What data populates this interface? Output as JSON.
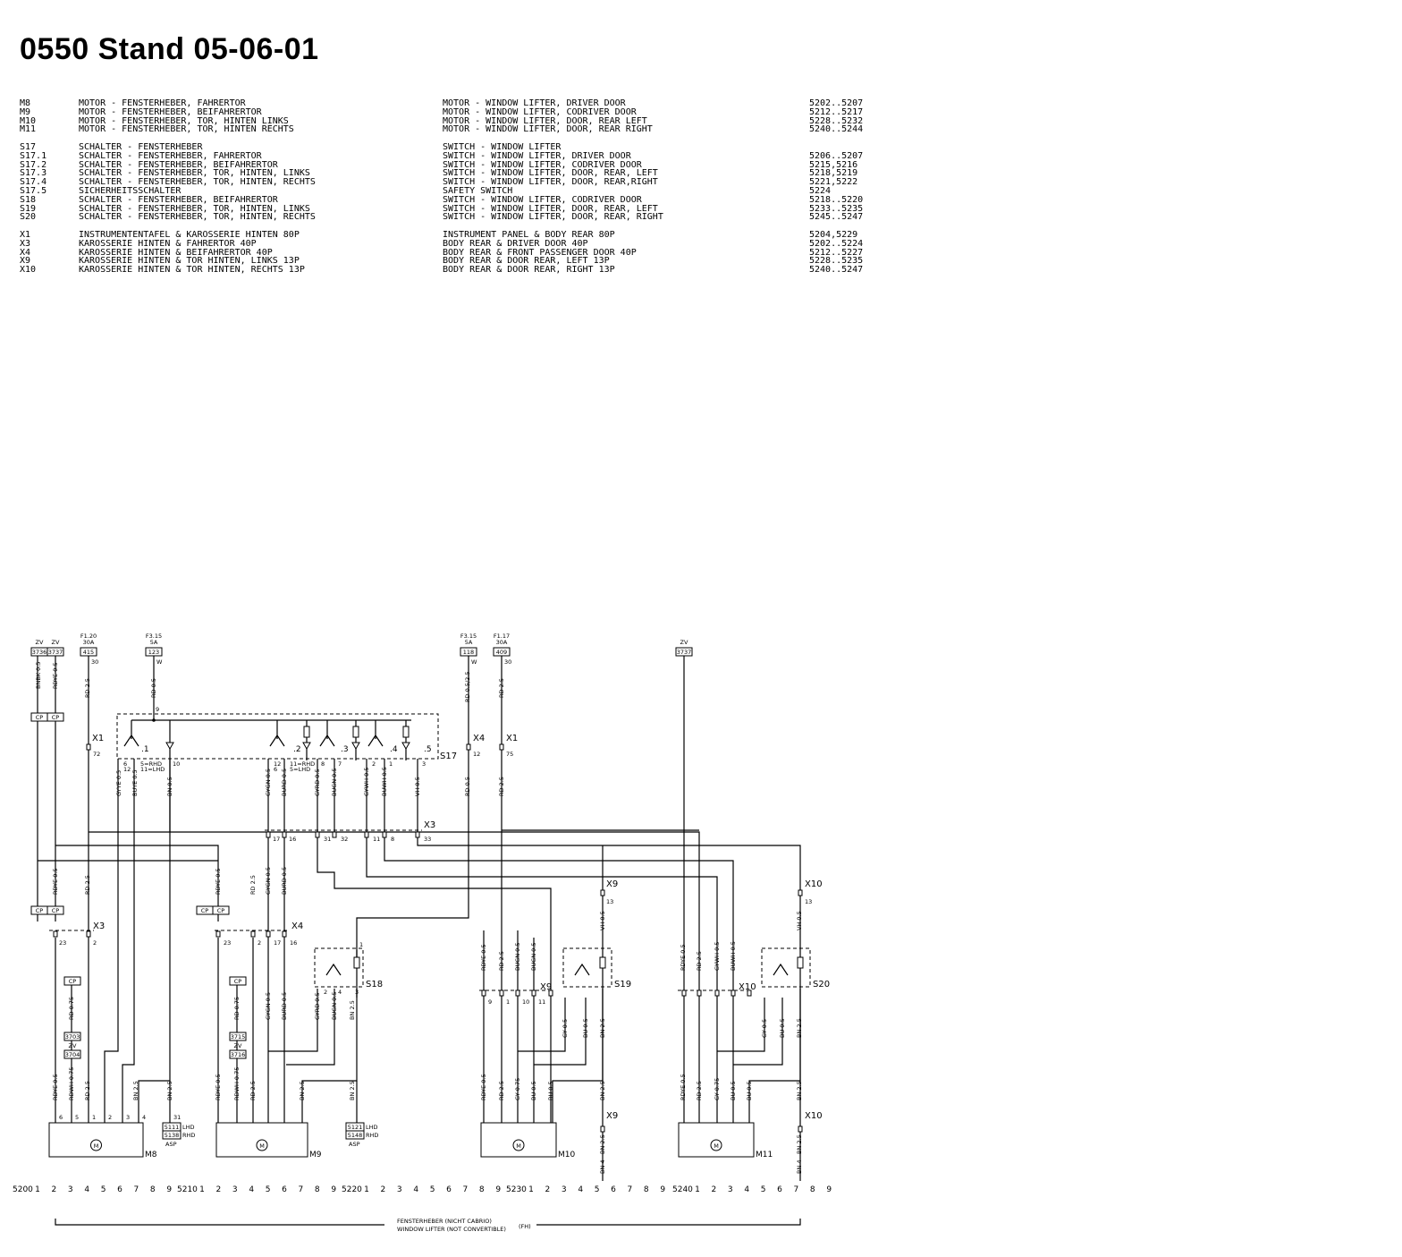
{
  "title": "0550 Stand 05-06-01",
  "legend": [
    {
      "code": "M8",
      "de": "MOTOR - FENSTERHEBER, FAHRERTOR",
      "en": "MOTOR - WINDOW LIFTER, DRIVER DOOR",
      "ref": "5202..5207"
    },
    {
      "code": "M9",
      "de": "MOTOR - FENSTERHEBER, BEIFAHRERTOR",
      "en": "MOTOR - WINDOW LIFTER, CODRIVER DOOR",
      "ref": "5212..5217"
    },
    {
      "code": "M10",
      "de": "MOTOR - FENSTERHEBER, TOR, HINTEN LINKS",
      "en": "MOTOR - WINDOW LIFTER, DOOR, REAR LEFT",
      "ref": "5228..5232"
    },
    {
      "code": "M11",
      "de": "MOTOR - FENSTERHEBER, TOR, HINTEN RECHTS",
      "en": "MOTOR - WINDOW LIFTER, DOOR, REAR RIGHT",
      "ref": "5240..5244"
    },
    {
      "gap": true
    },
    {
      "code": "S17",
      "de": "SCHALTER - FENSTERHEBER",
      "en": "SWITCH - WINDOW LIFTER",
      "ref": ""
    },
    {
      "code": "S17.1",
      "de": "SCHALTER - FENSTERHEBER, FAHRERTOR",
      "en": "SWITCH - WINDOW LIFTER, DRIVER DOOR",
      "ref": "5206..5207"
    },
    {
      "code": "S17.2",
      "de": "SCHALTER - FENSTERHEBER, BEIFAHRERTOR",
      "en": "SWITCH - WINDOW LIFTER, CODRIVER DOOR",
      "ref": "5215,5216"
    },
    {
      "code": "S17.3",
      "de": "SCHALTER - FENSTERHEBER, TOR, HINTEN, LINKS",
      "en": "SWITCH - WINDOW LIFTER, DOOR, REAR, LEFT",
      "ref": "5218,5219"
    },
    {
      "code": "S17.4",
      "de": "SCHALTER - FENSTERHEBER, TOR, HINTEN, RECHTS",
      "en": "SWITCH - WINDOW LIFTER, DOOR, REAR,RIGHT",
      "ref": "5221,5222"
    },
    {
      "code": "S17.5",
      "de": "SICHERHEITSSCHALTER",
      "en": "SAFETY SWITCH",
      "ref": "5224"
    },
    {
      "code": "S18",
      "de": "SCHALTER - FENSTERHEBER, BEIFAHRERTOR",
      "en": "SWITCH - WINDOW LIFTER, CODRIVER DOOR",
      "ref": "5218..5220"
    },
    {
      "code": "S19",
      "de": "SCHALTER - FENSTERHEBER, TOR, HINTEN, LINKS",
      "en": "SWITCH - WINDOW LIFTER, DOOR, REAR, LEFT",
      "ref": "5233..5235"
    },
    {
      "code": "S20",
      "de": "SCHALTER - FENSTERHEBER, TOR, HINTEN, RECHTS",
      "en": "SWITCH - WINDOW LIFTER, DOOR, REAR, RIGHT",
      "ref": "5245..5247"
    },
    {
      "gap": true
    },
    {
      "code": "X1",
      "de": "INSTRUMENTENTAFEL & KAROSSERIE HINTEN 80P",
      "en": "INSTRUMENT PANEL & BODY REAR 80P",
      "ref": "5204,5229"
    },
    {
      "code": "X3",
      "de": "KAROSSERIE HINTEN & FAHRERTOR 40P",
      "en": "BODY REAR & DRIVER DOOR 40P",
      "ref": "5202..5224"
    },
    {
      "code": "X4",
      "de": "KAROSSERIE HINTEN & BEIFAHRERTOR 40P",
      "en": "BODY REAR & FRONT PASSENGER DOOR 40P",
      "ref": "5212..5227"
    },
    {
      "code": "X9",
      "de": "KAROSSERIE HINTEN & TOR HINTEN, LINKS 13P",
      "en": "BODY REAR & DOOR REAR, LEFT 13P",
      "ref": "5228..5235"
    },
    {
      "code": "X10",
      "de": "KAROSSERIE HINTEN & TOR HINTEN, RECHTS 13P",
      "en": "BODY REAR & DOOR REAR, RIGHT 13P",
      "ref": "5240..5247"
    }
  ],
  "diagram": {
    "supplies": [
      {
        "top": "ZV",
        "box": "3736"
      },
      {
        "top": "ZV",
        "box": "3737"
      },
      {
        "top": "F1.20",
        "mid": "30A",
        "box": "415",
        "pin": "30"
      },
      {
        "top": "F3.15",
        "mid": "5A",
        "box": "123",
        "pin": "W"
      },
      {
        "top": "F3.15",
        "mid": "5A",
        "box": "118",
        "pin": "W"
      },
      {
        "top": "F1.17",
        "mid": "30A",
        "box": "409",
        "pin": "30"
      },
      {
        "top": "ZV",
        "box": "3737"
      }
    ],
    "wire_labels": [
      "BNBK 0.5",
      "RDYE 0.5",
      "RD 2.5",
      "RD 0.5",
      "RD 0.5/2.5",
      "RD 2.5",
      "GYYE 0.5",
      "BUYE 0.5",
      "BN 0.5",
      "GYGN 0.5",
      "BURD 0.5",
      "GYRD 0.5",
      "BUGN 0.5",
      "GYWH 0.5",
      "BUWH 0.5",
      "VH 0.5",
      "RD 0.5",
      "RD 2.5",
      "RDYE 0.5",
      "RD 2.5",
      "RDYE 0.5",
      "RD 2.5",
      "GYGN 0.5",
      "BURD 0.5",
      "VH 0.5",
      "VH 0.5",
      "RD 0.75",
      "RD 0.75",
      "RDYE 0.5",
      "RDWH 0.75",
      "RD 2.5",
      "BN 2.5",
      "BN 2.5",
      "RDYE 0.5",
      "RDWH 0.75",
      "RD 2.5",
      "GYGN 0.5",
      "BURD 0.5",
      "BN 2.5",
      "BN 2.5",
      "GYRD 0.5",
      "BUGN 0.5",
      "BN 2.5",
      "GY 0.5",
      "BU 0.5",
      "GY 0.75",
      "BU 0.5",
      "BN 2.5",
      "BN 4",
      "GYWH 0.5",
      "BUWH 0.5",
      "BN 0.5",
      "CP",
      "ZV"
    ],
    "connectors": [
      "X1",
      "X1",
      "X3",
      "X3",
      "X4",
      "X4",
      "X9",
      "X9",
      "X9",
      "X10",
      "X10",
      "X10"
    ],
    "pin_numbers": [
      "72",
      "12",
      "75",
      "6",
      "12",
      "5=RHD",
      "11=LHD",
      "10",
      "12",
      "6",
      "11=RHD",
      "5=LHD",
      "8",
      "7",
      "2",
      "1",
      "3",
      "9",
      "17",
      "16",
      "31",
      "32",
      "11",
      "8",
      "33",
      "13",
      "13",
      "23",
      "2",
      "23",
      "2",
      "17",
      "16",
      "1",
      "2",
      "4",
      "3",
      "9",
      "1",
      "10",
      "11",
      "6",
      "5",
      "1",
      "2",
      "3",
      "4",
      "31",
      "6",
      "5",
      "2",
      "1",
      "3",
      "4"
    ],
    "switches": [
      "S17",
      ".1",
      ".2",
      ".3",
      ".4",
      ".5",
      "S18",
      "S19",
      "S20"
    ],
    "boxes": [
      "3703",
      "3704",
      "3715",
      "3716",
      "5111",
      "5138",
      "5121",
      "5148"
    ],
    "box_notes": [
      "LHD",
      "RHD",
      "ASP",
      "LHD",
      "RHD",
      "ASP"
    ],
    "motors": [
      "M8",
      "M9",
      "M10",
      "M11"
    ],
    "motor_symbol": "M",
    "ruler": [
      {
        "label": "5200",
        "ticks": [
          "1",
          "2",
          "3",
          "4",
          "5",
          "6",
          "7",
          "8",
          "9"
        ]
      },
      {
        "label": "5210",
        "ticks": [
          "1",
          "2",
          "3",
          "4",
          "5",
          "6",
          "7",
          "8",
          "9"
        ]
      },
      {
        "label": "5220",
        "ticks": [
          "1",
          "2",
          "3",
          "4",
          "5",
          "6",
          "7",
          "8",
          "9"
        ]
      },
      {
        "label": "5230",
        "ticks": [
          "1",
          "2",
          "3",
          "4",
          "5",
          "6",
          "7",
          "8",
          "9"
        ]
      },
      {
        "label": "5240",
        "ticks": [
          "1",
          "2",
          "3",
          "4",
          "5",
          "6",
          "7",
          "8",
          "9"
        ]
      }
    ],
    "footer_line1": "FENSTERHEBER (NICHT CABRIO)",
    "footer_line2": "WINDOW LIFTER (NOT CONVERTIBLE)",
    "footer_code": "(FH)"
  }
}
